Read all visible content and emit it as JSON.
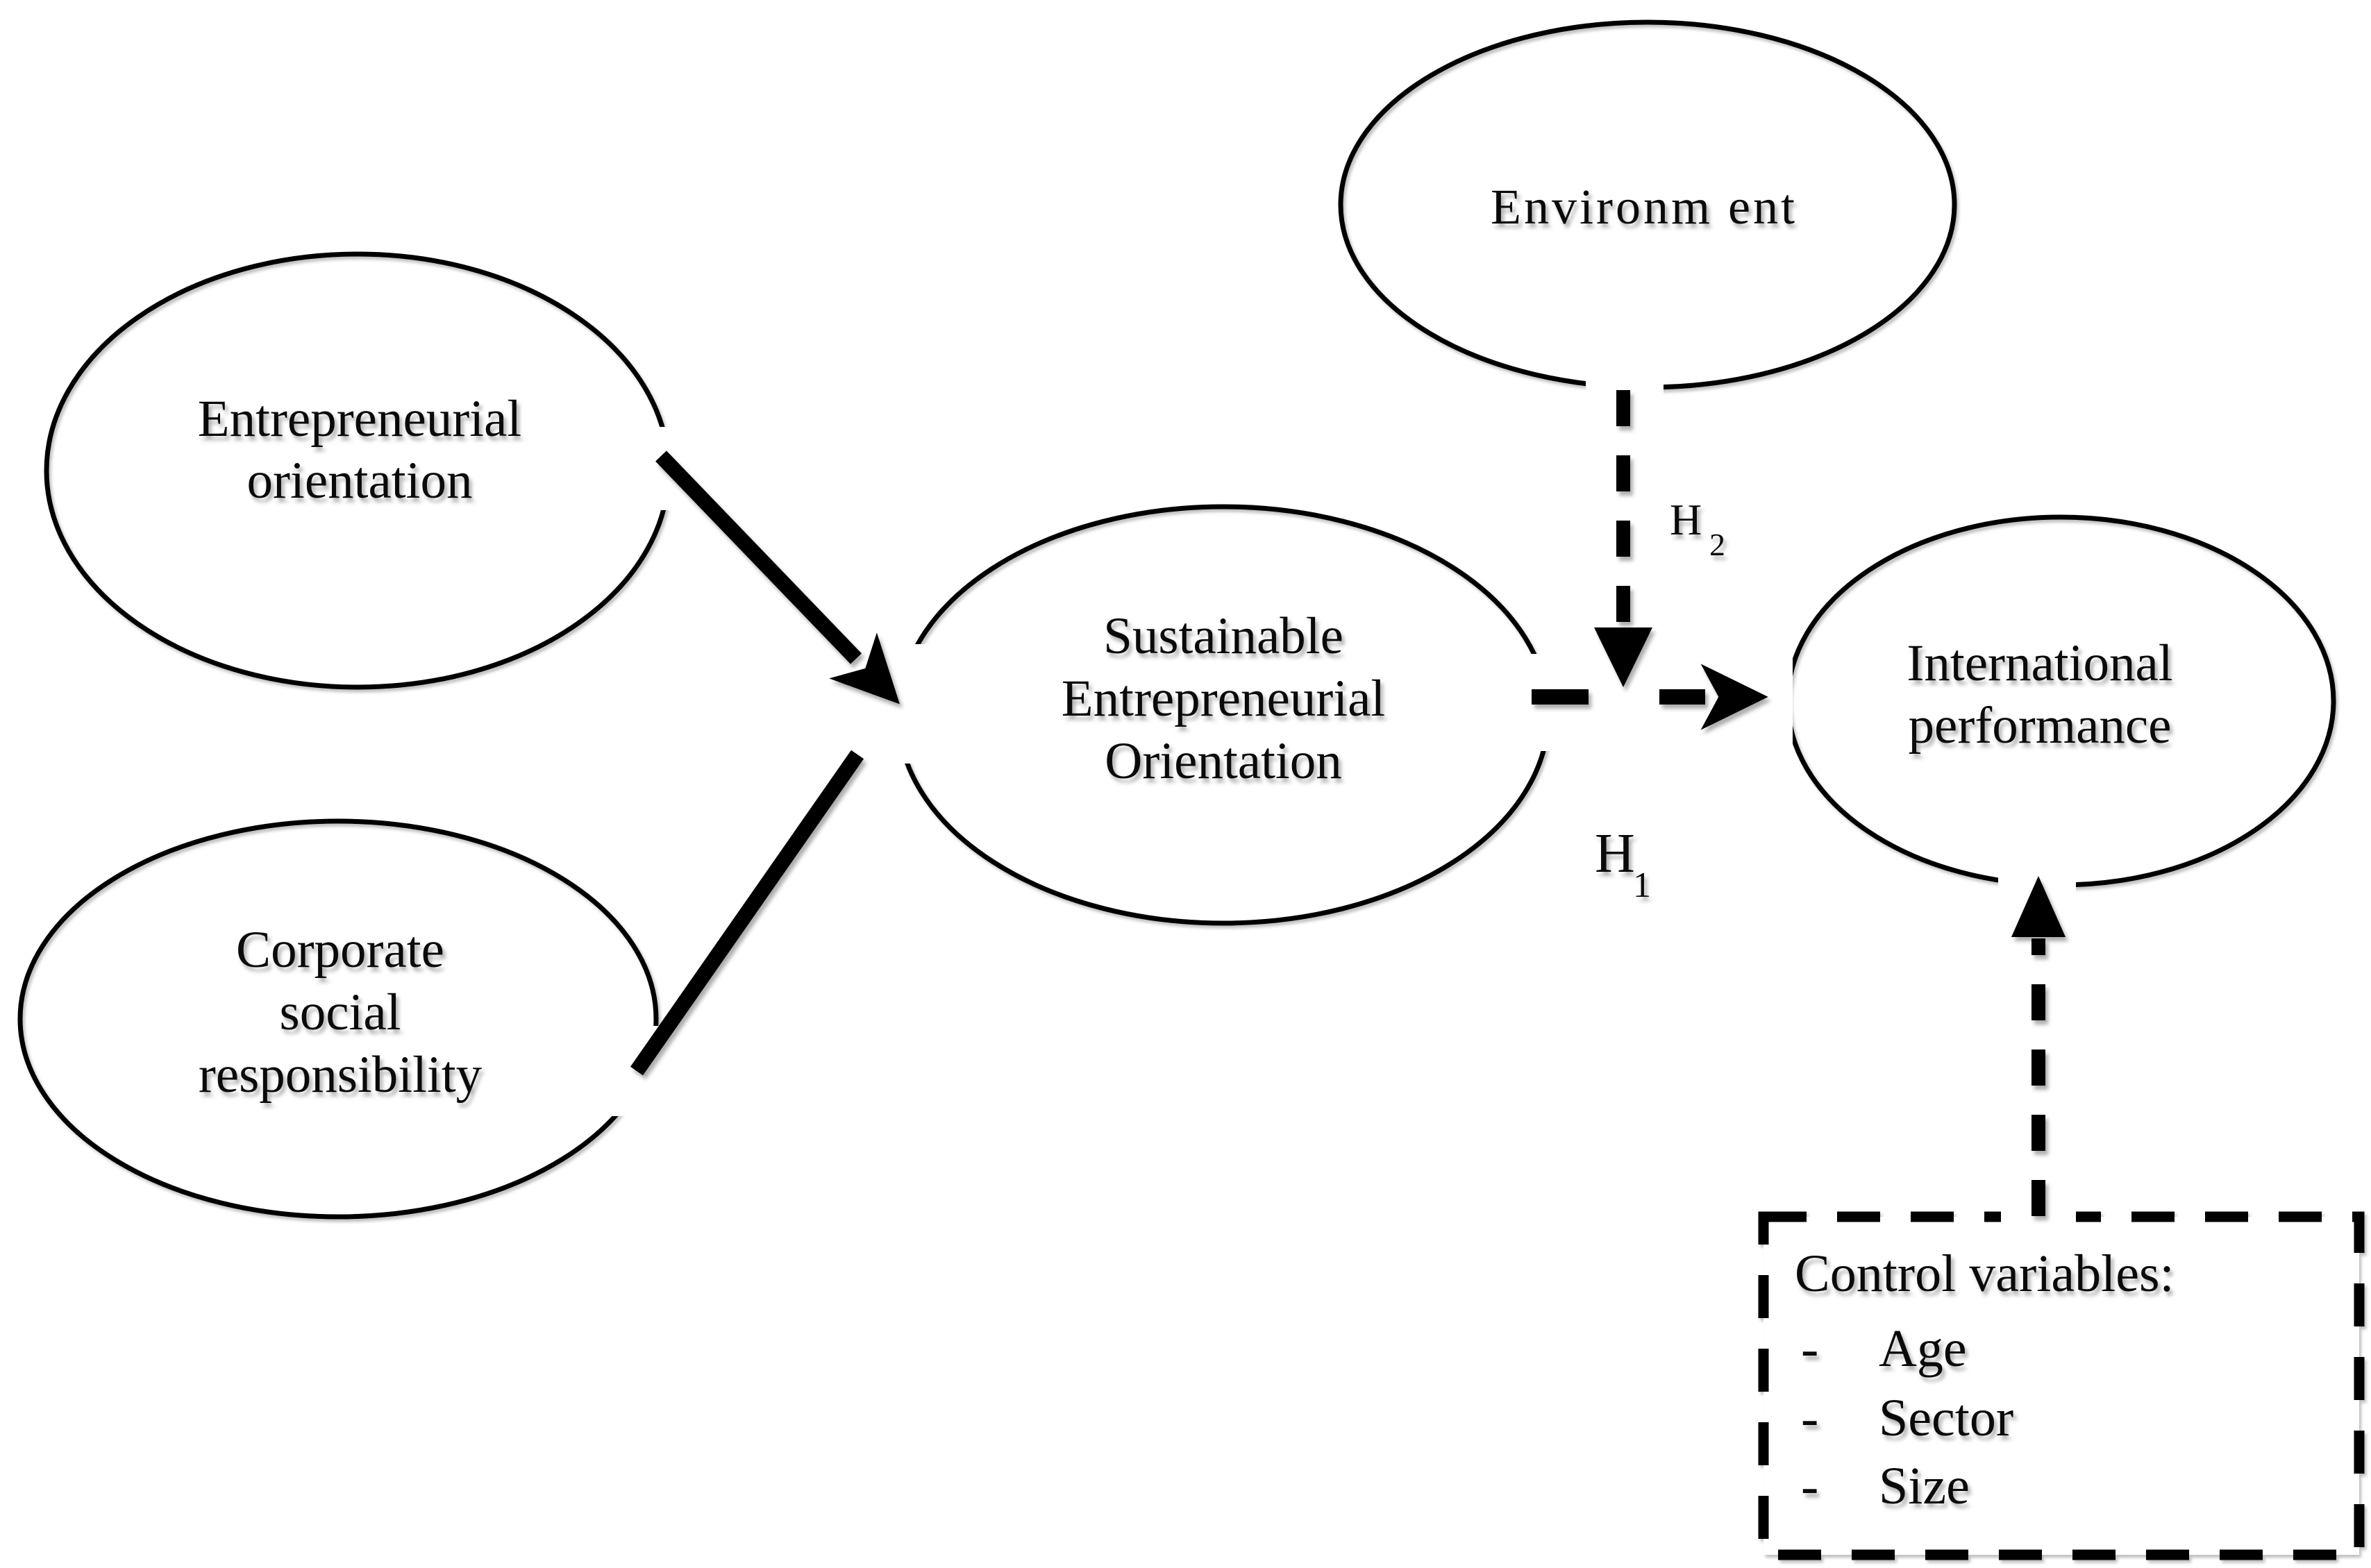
{
  "figure": {
    "background": "#ffffff",
    "ink": "#000000",
    "nodes": {
      "entrepreneurial_orientation": {
        "lines": [
          "Entrepreneurial",
          "orientation"
        ]
      },
      "corporate_social_responsibility": {
        "lines": [
          "Corporate",
          "social",
          "responsibility"
        ]
      },
      "sustainable_entrepreneurial_orientation": {
        "lines": [
          "Sustainable",
          "Entrepreneurial",
          "Orientation"
        ]
      },
      "environment": {
        "label": "Environm ent"
      },
      "international_performance": {
        "lines": [
          "International",
          "performance"
        ]
      }
    },
    "hypotheses": {
      "h1": {
        "symbol": "H",
        "subscript": "1"
      },
      "h2": {
        "symbol": "H",
        "subscript": "2"
      }
    },
    "control_box": {
      "title": "Control variables:",
      "bullet": "-",
      "items": [
        "Age",
        "Sector",
        "Size"
      ]
    }
  }
}
